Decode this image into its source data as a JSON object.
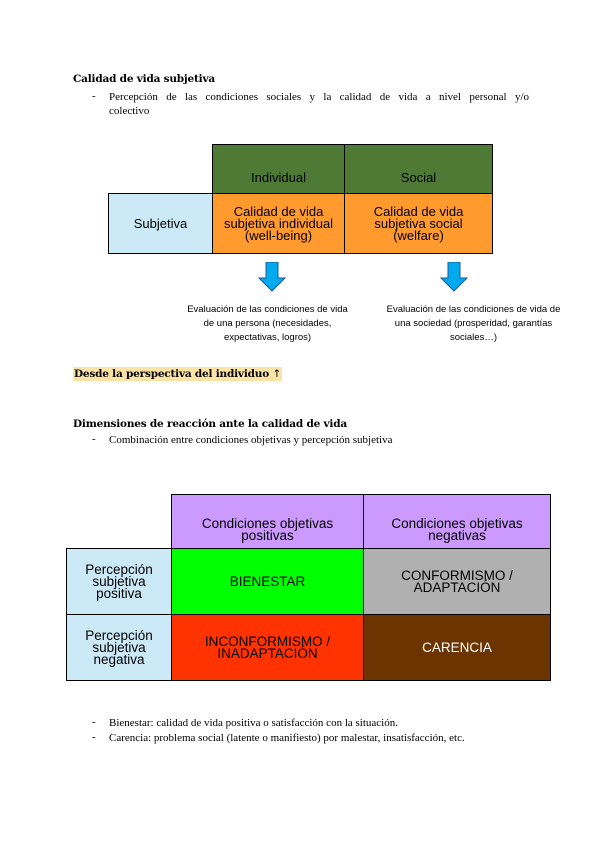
{
  "section1": {
    "title": "Calidad de vida subjetiva",
    "bullet1": "Percepción de las condiciones sociales y la calidad de vida a nivel personal y/o",
    "bullet1_cont": "colectivo"
  },
  "table1": {
    "col_individual": "Individual",
    "col_social": "Social",
    "row_label": "Subjetiva",
    "cell_individual": [
      "Calidad de vida",
      "subjetiva individual",
      "(well-being)"
    ],
    "cell_social": [
      "Calidad de vida",
      "subjetiva social",
      "(welfare)"
    ],
    "caption_individual": [
      "Evaluación de las condiciones de vida",
      "de una persona (necesidades,",
      "expectativas, logros)"
    ],
    "caption_social": [
      "Evaluación de las condiciones de vida de",
      "una sociedad (prosperidad, garantías",
      "sociales…)"
    ]
  },
  "note": {
    "text": "Desde la perspectiva del individuo",
    "arrow": "↑"
  },
  "section2": {
    "title": "Dimensiones de reacción ante la calidad de vida",
    "bullet1": "Combinación entre condiciones objetivas y percepción subjetiva"
  },
  "table2": {
    "col_pos": [
      "Condiciones objetivas",
      "positivas"
    ],
    "col_neg": [
      "Condiciones objetivas",
      "negativas"
    ],
    "row_pos": [
      "Percepción",
      "subjetiva",
      "positiva"
    ],
    "row_neg": [
      "Percepción",
      "subjetiva",
      "negativa"
    ],
    "bienestar": "BIENESTAR",
    "conformismo": [
      "CONFORMISMO /",
      "ADAPTACIÓN"
    ],
    "inconformismo": [
      "INCONFORMISMO /",
      "INADAPTACIÓN"
    ],
    "carencia": "CARENCIA"
  },
  "bullets": {
    "b1": "Bienestar: calidad de vida positiva o satisfacción con la situación.",
    "b2": "Carencia: problema social (latente o manifiesto) por malestar, insatisfacción, etc."
  },
  "colors": {
    "green_header": "#4e7a35",
    "orange": "#ff9a2e",
    "light_blue": "#cce9f7",
    "arrow_blue": "#00aaee",
    "purple": "#cc99ff",
    "bright_green": "#00ff00",
    "grey": "#b0b0b0",
    "red": "#ff3300",
    "brown": "#6b3400"
  }
}
